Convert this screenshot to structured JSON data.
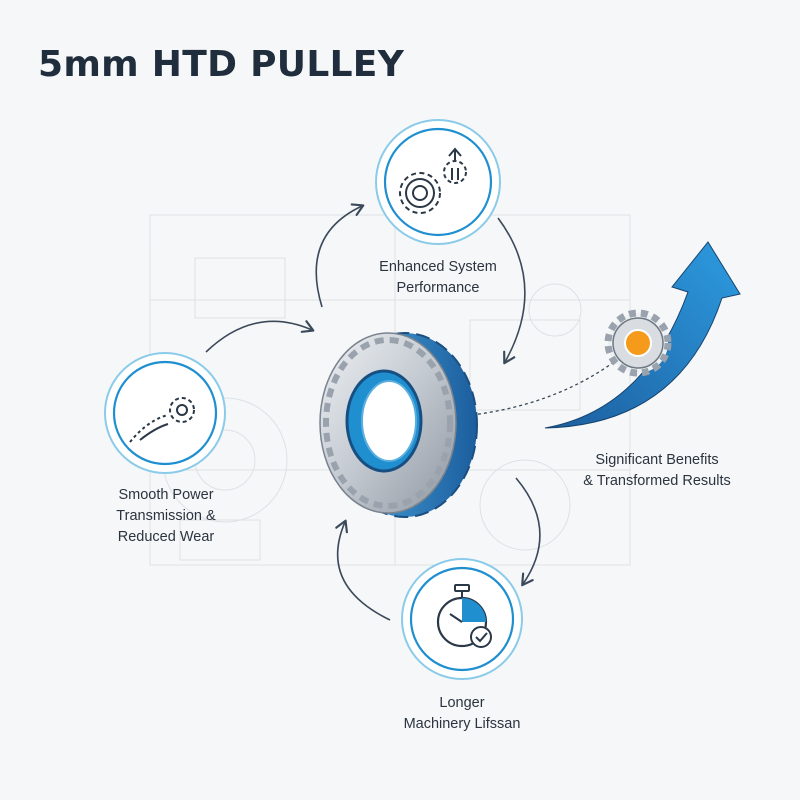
{
  "title": "5mm HTD PULLEY",
  "colors": {
    "accent_blue": "#1f8fcf",
    "ring_light": "#7cc3e8",
    "dark_blue": "#1c5e9e",
    "orange": "#f59a1b",
    "text": "#2b3440",
    "steel": "#c6ccd3"
  },
  "nodes": {
    "top": {
      "line1": "Enhanced System",
      "line2": "Performance",
      "icon": "gears-up-icon"
    },
    "left": {
      "line1": "Smooth Power",
      "line2": "Transmission &",
      "line3": "Reduced Wear",
      "icon": "gear-motion-icon"
    },
    "right": {
      "line1": "Significant Benefits",
      "line2": "& Transformed Results",
      "icon": "gear-arrow-up-icon"
    },
    "bottom": {
      "line1": "Longer",
      "line2": "Machinery Lifssan",
      "icon": "stopwatch-check-icon"
    }
  }
}
